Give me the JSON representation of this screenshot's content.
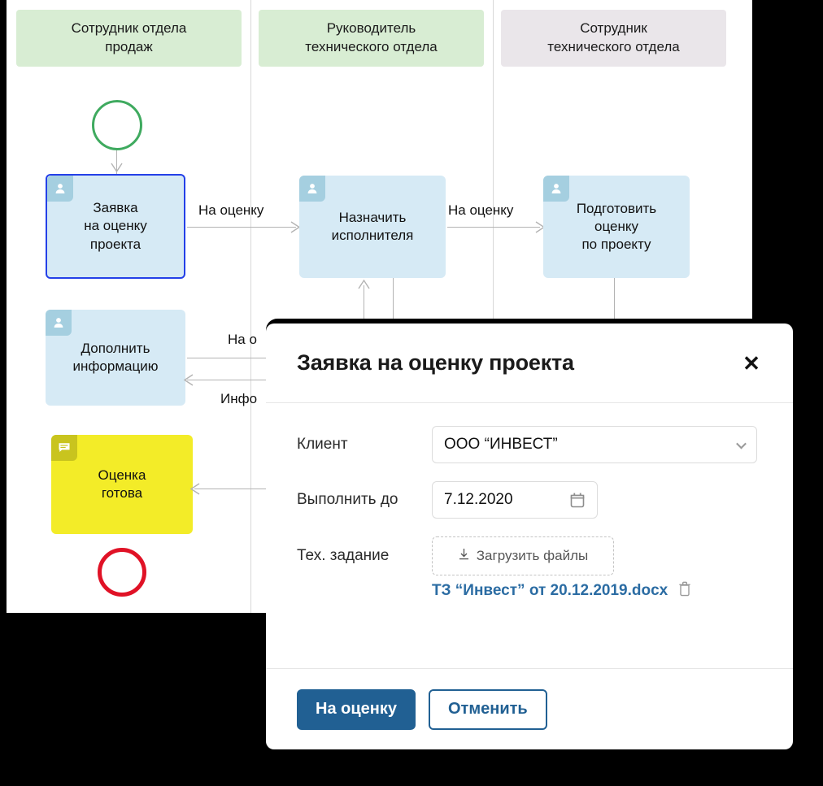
{
  "flowchart": {
    "lanes": [
      {
        "label": "Сотрудник отдела\nпродаж",
        "color": "#d8edd3"
      },
      {
        "label": "Руководитель\nтехнического отдела",
        "color": "#d8edd3"
      },
      {
        "label": "Сотрудник\nтехнического отдела",
        "color": "#eae6ea"
      }
    ],
    "nodes": [
      {
        "id": "start",
        "type": "start-event",
        "label": ""
      },
      {
        "id": "task1",
        "type": "user-task",
        "label": "Заявка\nна оценку\nпроекта",
        "selected": true
      },
      {
        "id": "task2",
        "type": "user-task",
        "label": "Назначить\nисполнителя"
      },
      {
        "id": "task3",
        "type": "user-task",
        "label": "Подготовить\nоценку\nпо проекту"
      },
      {
        "id": "task4",
        "type": "user-task",
        "label": "Дополнить\nинформацию"
      },
      {
        "id": "task5",
        "type": "message-task",
        "label": "Оценка\nготова"
      },
      {
        "id": "end",
        "type": "end-event",
        "label": ""
      }
    ],
    "edge_labels": {
      "e1": "На оценку",
      "e2": "На оценку",
      "e3": "На о",
      "e4": "Инфо"
    },
    "colors": {
      "start_stroke": "#3faa5f",
      "end_stroke": "#e01226",
      "task_fill": "#d6eaf5",
      "task_selected_border": "#2440e8",
      "message_fill": "#f3ec28",
      "edge": "#b3b3b3"
    }
  },
  "dialog": {
    "title": "Заявка на оценку проекта",
    "close_label": "✕",
    "fields": {
      "client": {
        "label": "Клиент",
        "value": "ООО “ИНВЕСТ”"
      },
      "due_date": {
        "label": "Выполнить до",
        "value": "7.12.2020"
      },
      "spec": {
        "label": "Тех. задание",
        "upload_label": "Загрузить файлы",
        "file_name": "ТЗ “Инвест” от 20.12.2019.docx"
      }
    },
    "buttons": {
      "primary": "На оценку",
      "secondary": "Отменить"
    },
    "accent_color": "#216093",
    "link_color": "#2b6ca3"
  }
}
